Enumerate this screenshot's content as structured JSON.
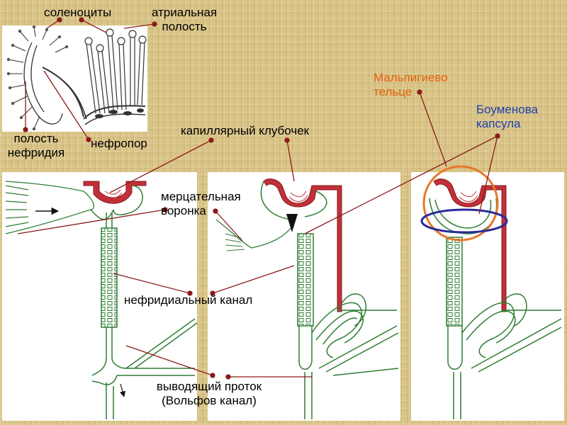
{
  "labels": {
    "solenocytes": "соленоциты",
    "atrial_cavity_1": "атриальная",
    "atrial_cavity_2": "полость",
    "nephridium_cavity_1": "полость",
    "nephridium_cavity_2": "нефридия",
    "nephropore": "нефропор",
    "capillary_glomerulus": "капиллярный клубочек",
    "malpighian_body_1": "Мальпигиево",
    "malpighian_body_2": "тельце",
    "bowman_capsule_1": "Боуменова",
    "bowman_capsule_2": "капсула",
    "ciliated_funnel_1": "мерцательная",
    "ciliated_funnel_2": "воронка",
    "nephridial_canal": "нефридиальный канал",
    "excretory_duct_1": "выводящий проток",
    "excretory_duct_2": "(Вольфов канал)"
  },
  "colors": {
    "pointer": "#8b1a1a",
    "vessel": "#c0303a",
    "tubule": "#2e7d32",
    "malpighian_circle": "#e8762b",
    "bowman_ellipse": "#2a2a9a"
  }
}
